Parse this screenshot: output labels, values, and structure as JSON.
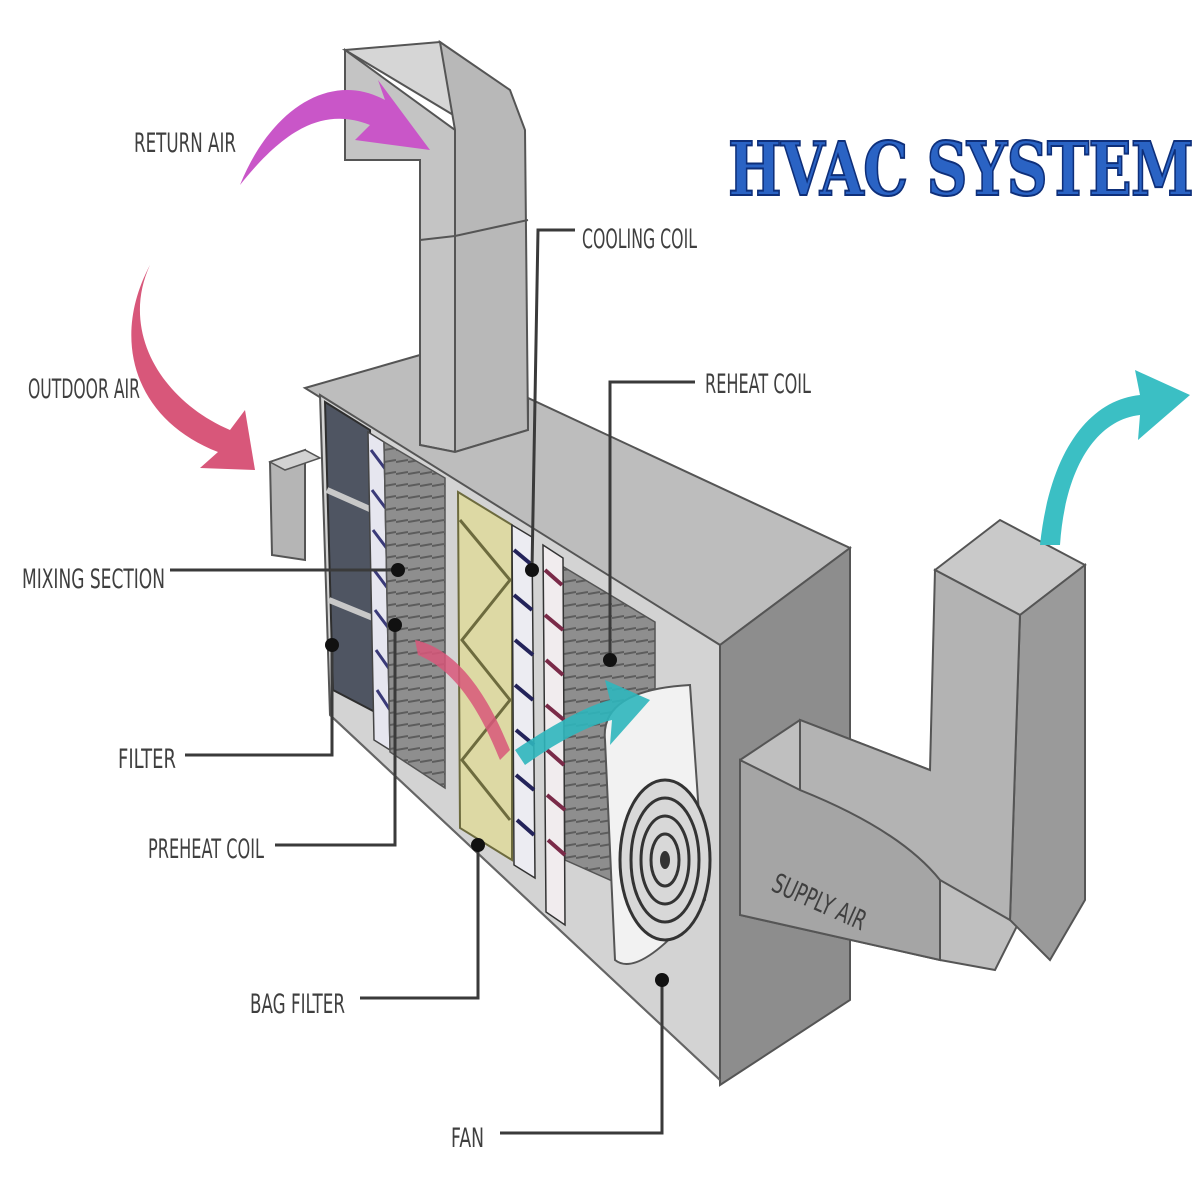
{
  "title": "HVAC SYSTEM",
  "labels": {
    "return_air": "RETURN AIR",
    "outdoor_air": "OUTDOOR AIR",
    "mixing_section": "MIXING SECTION",
    "filter": "FILTER",
    "preheat_coil": "PREHEAT COIL",
    "bag_filter": "BAG FILTER",
    "fan": "FAN",
    "cooling_coil": "COOLING COIL",
    "reheat_coil": "REHEAT COIL",
    "supply_air": "SUPPLY AIR"
  },
  "colors": {
    "title_fill": "#2a63c4",
    "return_air_arrow": "#c956c8",
    "outdoor_air_arrow": "#d8577a",
    "supply_air_arrow": "#3bbfc4",
    "duct_gray": "#a9a9a9",
    "bag_filter": "#ddd9a4"
  }
}
